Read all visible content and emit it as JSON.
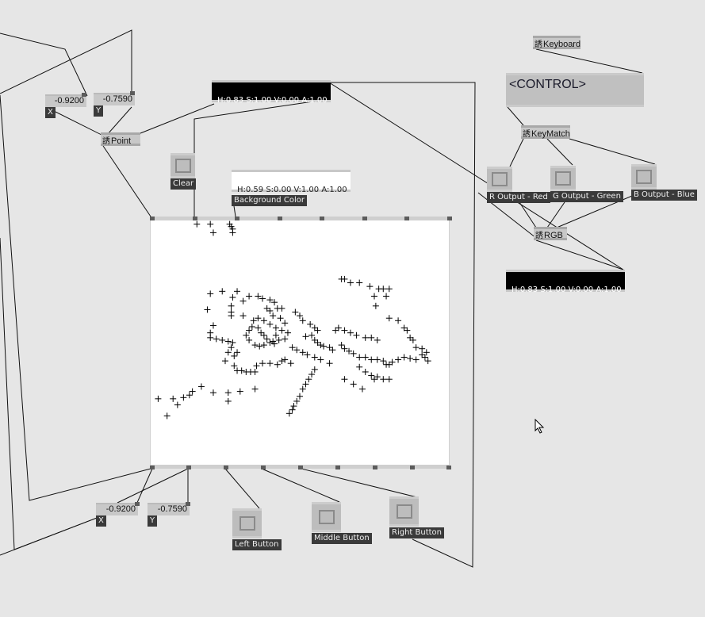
{
  "point_inputs": {
    "x_value": "-0.9200",
    "y_value": "-0.7590",
    "x_label": "X",
    "y_label": "Y"
  },
  "point_node": {
    "icon": "plugin-icon",
    "label": "Point"
  },
  "top_color": {
    "text": "H:0.83  S:1.00  V:0.00  A:1.00",
    "color": "#000000"
  },
  "clear_button": {
    "label": "Clear"
  },
  "background_color": {
    "text": "H:0.59  S:0.00  V:1.00  A:1.00",
    "label": "Background Color",
    "color": "#ffffff"
  },
  "keyboard_node": {
    "label": "Keyboard"
  },
  "control_box": {
    "text": "<CONTROL>"
  },
  "keymatch_node": {
    "label": "KeyMatch"
  },
  "outputs": [
    {
      "label": "R Output - Red"
    },
    {
      "label": "G Output - Green"
    },
    {
      "label": "B Output - Blue"
    }
  ],
  "rgb_node": {
    "label": "RGB"
  },
  "rgb_color": {
    "text": "H:0.83  S:1.00  V:0.00  A:1.00",
    "color": "#000000"
  },
  "mouse_outputs": {
    "x_value": "-0.9200",
    "y_value": "-0.7590",
    "x_label": "X",
    "y_label": "Y"
  },
  "mouse_buttons": [
    {
      "label": "Left Button"
    },
    {
      "label": "Middle Button"
    },
    {
      "label": "Right Button"
    }
  ],
  "renderer": {
    "marker": "+",
    "points": [
      [
        -0.69,
        0.97
      ],
      [
        -0.6,
        0.97
      ],
      [
        -0.58,
        0.9
      ],
      [
        -0.47,
        0.97
      ],
      [
        -0.46,
        0.95
      ],
      [
        -0.45,
        0.93
      ],
      [
        -0.45,
        0.9
      ],
      [
        0.28,
        0.52
      ],
      [
        0.3,
        0.52
      ],
      [
        0.34,
        0.49
      ],
      [
        0.4,
        0.49
      ],
      [
        0.47,
        0.46
      ],
      [
        0.53,
        0.44
      ],
      [
        0.56,
        0.44
      ],
      [
        0.6,
        0.44
      ],
      [
        0.58,
        0.38
      ],
      [
        0.5,
        0.38
      ],
      [
        0.51,
        0.3
      ],
      [
        -0.6,
        0.4
      ],
      [
        -0.52,
        0.42
      ],
      [
        -0.42,
        0.42
      ],
      [
        -0.34,
        0.38
      ],
      [
        -0.28,
        0.38
      ],
      [
        -0.25,
        0.36
      ],
      [
        -0.2,
        0.35
      ],
      [
        -0.17,
        0.33
      ],
      [
        -0.15,
        0.28
      ],
      [
        -0.12,
        0.28
      ],
      [
        -0.62,
        0.27
      ],
      [
        -0.45,
        0.37
      ],
      [
        -0.38,
        0.34
      ],
      [
        -0.46,
        0.3
      ],
      [
        -0.46,
        0.25
      ],
      [
        -0.46,
        0.22
      ],
      [
        -0.38,
        0.22
      ],
      [
        -0.31,
        0.18
      ],
      [
        -0.22,
        0.28
      ],
      [
        -0.2,
        0.26
      ],
      [
        -0.18,
        0.22
      ],
      [
        -0.13,
        0.2
      ],
      [
        -0.1,
        0.16
      ],
      [
        -0.03,
        0.25
      ],
      [
        0.0,
        0.22
      ],
      [
        0.02,
        0.18
      ],
      [
        0.07,
        0.15
      ],
      [
        0.1,
        0.12
      ],
      [
        0.12,
        0.1
      ],
      [
        -0.58,
        0.14
      ],
      [
        -0.6,
        0.08
      ],
      [
        -0.6,
        0.04
      ],
      [
        -0.56,
        0.03
      ],
      [
        -0.52,
        0.02
      ],
      [
        -0.48,
        0.01
      ],
      [
        -0.45,
        0.0
      ],
      [
        -0.46,
        -0.04
      ],
      [
        -0.48,
        -0.08
      ],
      [
        -0.44,
        -0.11
      ],
      [
        -0.42,
        -0.08
      ],
      [
        -0.5,
        -0.15
      ],
      [
        -0.44,
        -0.19
      ],
      [
        -0.42,
        -0.23
      ],
      [
        -0.39,
        -0.23
      ],
      [
        -0.36,
        -0.24
      ],
      [
        -0.33,
        -0.24
      ],
      [
        -0.3,
        -0.24
      ],
      [
        -0.29,
        -0.19
      ],
      [
        -0.25,
        -0.17
      ],
      [
        -0.2,
        -0.17
      ],
      [
        -0.15,
        -0.18
      ],
      [
        -0.12,
        -0.15
      ],
      [
        -0.1,
        -0.14
      ],
      [
        -0.06,
        -0.17
      ],
      [
        -0.34,
        0.1
      ],
      [
        -0.32,
        0.13
      ],
      [
        -0.28,
        0.12
      ],
      [
        -0.26,
        0.08
      ],
      [
        -0.24,
        0.06
      ],
      [
        -0.22,
        0.03
      ],
      [
        -0.18,
        0.01
      ],
      [
        -0.17,
        -0.01
      ],
      [
        -0.36,
        0.06
      ],
      [
        -0.34,
        0.02
      ],
      [
        -0.3,
        -0.02
      ],
      [
        -0.27,
        -0.03
      ],
      [
        -0.24,
        -0.02
      ],
      [
        -0.2,
        0.0
      ],
      [
        -0.14,
        0.02
      ],
      [
        -0.1,
        0.03
      ],
      [
        -0.12,
        0.1
      ],
      [
        -0.16,
        0.12
      ],
      [
        -0.2,
        0.15
      ],
      [
        -0.24,
        0.18
      ],
      [
        -0.28,
        0.2
      ],
      [
        -0.16,
        0.06
      ],
      [
        -0.08,
        0.08
      ],
      [
        0.04,
        0.05
      ],
      [
        0.08,
        0.06
      ],
      [
        0.1,
        0.02
      ],
      [
        0.12,
        0.0
      ],
      [
        0.14,
        -0.02
      ],
      [
        0.16,
        -0.03
      ],
      [
        0.2,
        -0.04
      ],
      [
        0.22,
        -0.06
      ],
      [
        -0.05,
        -0.04
      ],
      [
        -0.02,
        -0.06
      ],
      [
        0.02,
        -0.08
      ],
      [
        0.05,
        -0.1
      ],
      [
        0.1,
        -0.12
      ],
      [
        0.14,
        -0.14
      ],
      [
        0.2,
        -0.17
      ],
      [
        0.24,
        0.1
      ],
      [
        0.26,
        0.12
      ],
      [
        0.3,
        0.1
      ],
      [
        0.34,
        0.08
      ],
      [
        0.38,
        0.06
      ],
      [
        0.44,
        0.04
      ],
      [
        0.48,
        0.04
      ],
      [
        0.52,
        0.02
      ],
      [
        0.28,
        -0.02
      ],
      [
        0.3,
        -0.05
      ],
      [
        0.33,
        -0.07
      ],
      [
        0.36,
        -0.09
      ],
      [
        0.4,
        -0.12
      ],
      [
        0.44,
        -0.12
      ],
      [
        0.48,
        -0.14
      ],
      [
        0.52,
        -0.14
      ],
      [
        0.56,
        -0.15
      ],
      [
        0.58,
        -0.18
      ],
      [
        0.6,
        -0.18
      ],
      [
        0.62,
        -0.16
      ],
      [
        0.66,
        -0.14
      ],
      [
        0.7,
        -0.12
      ],
      [
        0.74,
        -0.13
      ],
      [
        0.78,
        -0.14
      ],
      [
        0.82,
        -0.1
      ],
      [
        0.84,
        -0.12
      ],
      [
        0.86,
        -0.15
      ],
      [
        0.6,
        0.2
      ],
      [
        0.66,
        0.18
      ],
      [
        0.7,
        0.12
      ],
      [
        0.72,
        0.1
      ],
      [
        0.74,
        0.04
      ],
      [
        0.76,
        0.02
      ],
      [
        0.78,
        -0.04
      ],
      [
        0.82,
        -0.05
      ],
      [
        0.85,
        -0.08
      ],
      [
        0.4,
        -0.2
      ],
      [
        0.44,
        -0.24
      ],
      [
        0.48,
        -0.27
      ],
      [
        0.52,
        -0.28
      ],
      [
        0.56,
        -0.3
      ],
      [
        0.1,
        -0.22
      ],
      [
        0.08,
        -0.26
      ],
      [
        0.06,
        -0.3
      ],
      [
        0.04,
        -0.34
      ],
      [
        0.02,
        -0.38
      ],
      [
        0.0,
        -0.44
      ],
      [
        -0.02,
        -0.48
      ],
      [
        -0.05,
        -0.55
      ],
      [
        -0.07,
        -0.58
      ],
      [
        -0.04,
        -0.52
      ],
      [
        -0.95,
        -0.46
      ],
      [
        -0.85,
        -0.46
      ],
      [
        -0.78,
        -0.45
      ],
      [
        -0.74,
        -0.43
      ],
      [
        -0.72,
        -0.4
      ],
      [
        -0.66,
        -0.36
      ],
      [
        -0.58,
        -0.41
      ],
      [
        -0.48,
        -0.41
      ],
      [
        -0.4,
        -0.4
      ],
      [
        -0.3,
        -0.38
      ],
      [
        -0.48,
        -0.48
      ],
      [
        -0.82,
        -0.51
      ],
      [
        -0.89,
        -0.6
      ],
      [
        0.3,
        -0.3
      ],
      [
        0.36,
        -0.34
      ],
      [
        0.42,
        -0.38
      ],
      [
        0.5,
        -0.3
      ],
      [
        0.6,
        -0.3
      ]
    ]
  },
  "cursor": {
    "icon": "mouse-pointer-icon"
  }
}
